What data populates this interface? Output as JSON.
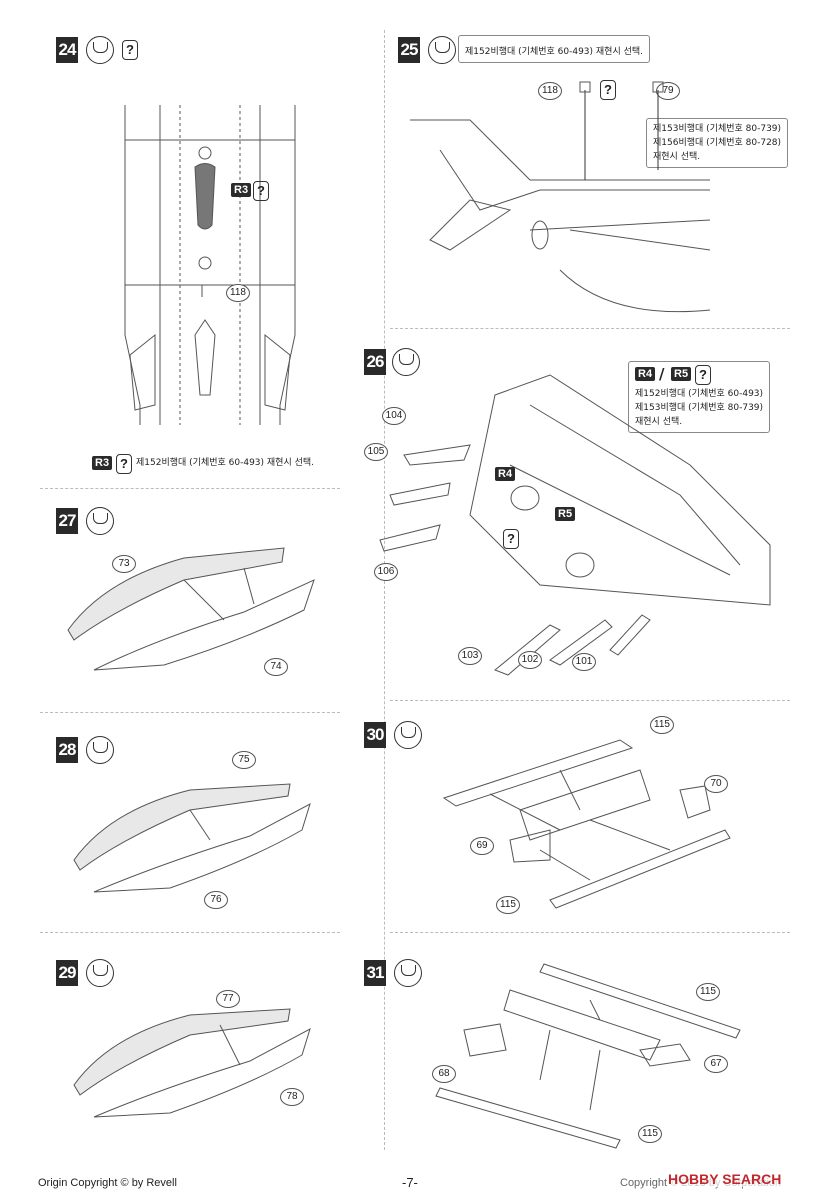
{
  "steps": [
    {
      "number": "24",
      "parts": [
        "R3",
        "118"
      ],
      "note": "제152비행대 (기체번호 60-493) 재현시 선택."
    },
    {
      "number": "25",
      "parts": [
        "118",
        "79"
      ],
      "note_top": "제152비행대 (기체번호 60-493) 재현시 선택.",
      "note_right": [
        "제153비행대 (기체번호 80-739)",
        "제156비행대 (기체번호 80-728)",
        "재현시 선택."
      ]
    },
    {
      "number": "26",
      "parts": [
        "104",
        "105",
        "106",
        "R4",
        "R5",
        "103",
        "102",
        "101"
      ],
      "note": [
        "제152비행대 (기체번호 60-493)",
        "제153비행대 (기체번호 80-739)",
        "재현시 선택."
      ]
    },
    {
      "number": "27",
      "parts": [
        "73",
        "74"
      ]
    },
    {
      "number": "28",
      "parts": [
        "75",
        "76"
      ]
    },
    {
      "number": "29",
      "parts": [
        "77",
        "78"
      ]
    },
    {
      "number": "30",
      "parts": [
        "115",
        "70",
        "69",
        "115"
      ]
    },
    {
      "number": "31",
      "parts": [
        "115",
        "68",
        "67",
        "115"
      ]
    }
  ],
  "labels": {
    "r4": "R4",
    "r5": "R5",
    "slash": "/",
    "r3": "R3"
  },
  "footer": {
    "left": "Origin Copyright © by Revell",
    "center": "-7-",
    "right": "Copyright © 2013 by Corporation",
    "watermark": "HOBBY SEARCH"
  }
}
